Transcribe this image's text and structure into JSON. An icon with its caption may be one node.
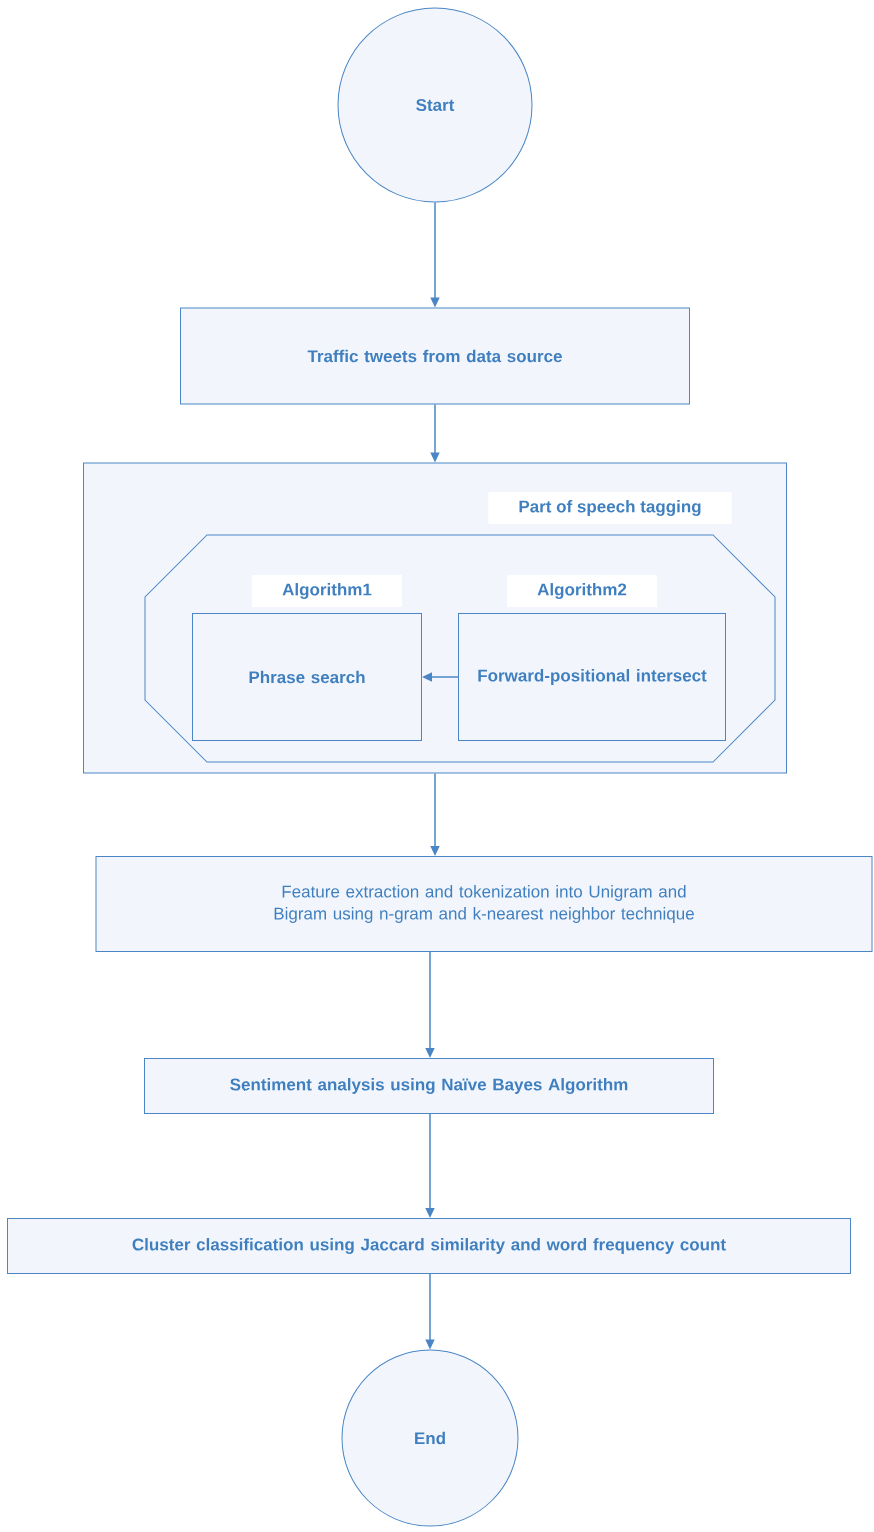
{
  "diagram": {
    "nodes": [
      {
        "text": [
          "Start"
        ]
      },
      {
        "text": [
          "Traffic tweets from data source"
        ]
      },
      {
        "text": [
          "Part of speech tagging"
        ]
      },
      {
        "text": [],
        "shape": "octagon",
        "in": 2
      },
      {
        "text": [
          "Algorithm1",
          "Phrase search"
        ],
        "in": 3
      },
      {
        "text": [
          "Algorithm2",
          "Forward-positional intersect"
        ],
        "in": 3
      },
      {
        "text": [
          "Feature extraction and tokenization into Unigram and Bigram using n-gram and k-nearest neighbor technique"
        ]
      },
      {
        "text": [
          "Sentiment analysis using Naïve Bayes Algorithm"
        ]
      },
      {
        "text": [
          "Cluster classification using Jaccard similarity and word frequency count"
        ]
      },
      {
        "text": [
          "End"
        ]
      }
    ],
    "edges": [
      {
        "from": 0,
        "to": 1,
        "arrow": "to"
      },
      {
        "from": 1,
        "to": 2,
        "arrow": "to"
      },
      {
        "from": 5,
        "to": 4,
        "arrow": "to"
      },
      {
        "from": 2,
        "to": 6,
        "arrow": "to"
      },
      {
        "from": 6,
        "to": 7,
        "arrow": "to"
      },
      {
        "from": 7,
        "to": 8,
        "arrow": "to"
      },
      {
        "from": 8,
        "to": 9,
        "arrow": "to"
      }
    ]
  }
}
